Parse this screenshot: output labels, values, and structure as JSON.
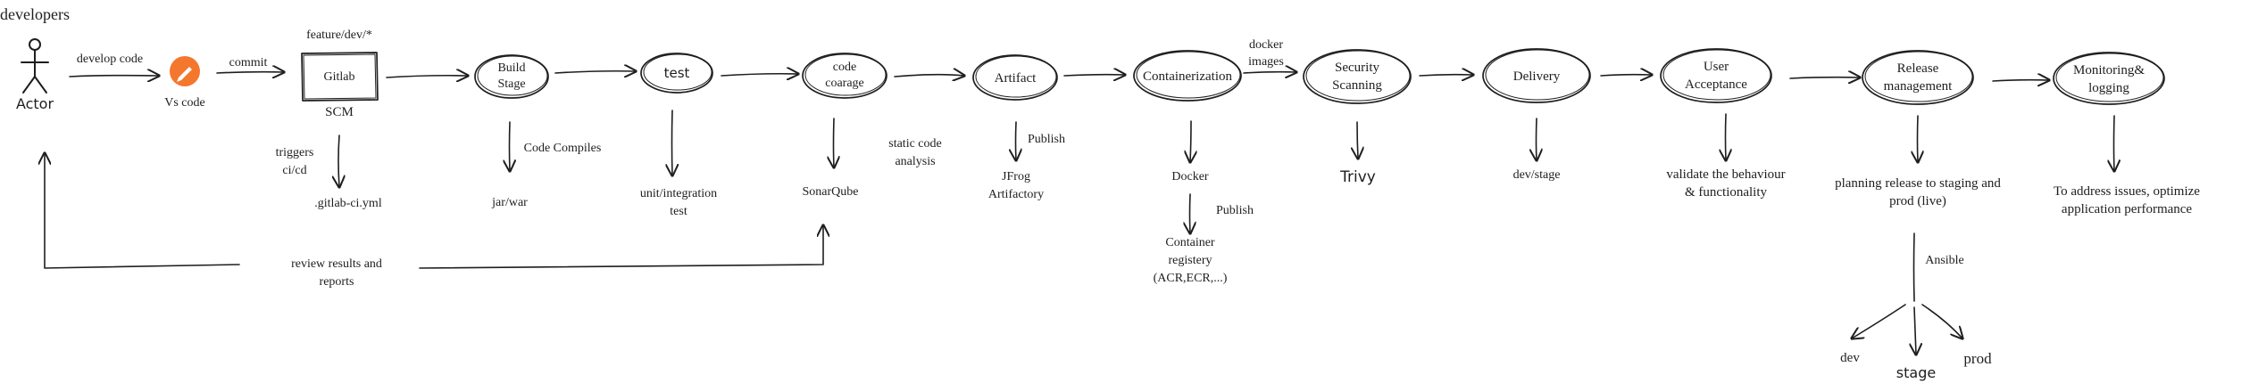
{
  "title": "developers",
  "actor": {
    "label": "Actor"
  },
  "vscode": {
    "label": "Vs code",
    "color": "#f4772e"
  },
  "edges": {
    "develop_code": "develop code",
    "commit": "commit",
    "docker_images_1": "docker",
    "docker_images_2": "images",
    "triggers_1": "triggers",
    "triggers_2": "ci/cd",
    "code_compiles": "Code Compiles",
    "static_1": "static code",
    "static_2": "analysis",
    "publish_artifact": "Publish",
    "publish_docker": "Publish",
    "ansible": "Ansible",
    "review_1": "review results and",
    "review_2": "reports"
  },
  "gitlab": {
    "label": "Gitlab",
    "above": "feature/dev/*",
    "below": "SCM"
  },
  "stages": {
    "build_1": "Build",
    "build_2": "Stage",
    "test": "test",
    "coverage_1": "code",
    "coverage_2": "coarage",
    "artifact": "Artifact",
    "containerization": "Containerization",
    "security_1": "Security",
    "security_2": "Scanning",
    "delivery": "Delivery",
    "uat_1": "User",
    "uat_2": "Acceptance",
    "release_1": "Release",
    "release_2": "management",
    "monitoring_1": "Monitoring&",
    "monitoring_2": "logging"
  },
  "outputs": {
    "gitlab_ci": ".gitlab-ci.yml",
    "jar_war": "jar/war",
    "unit_1": "unit/integration",
    "unit_2": "test",
    "sonarqube": "SonarQube",
    "jfrog_1": "JFrog",
    "jfrog_2": "Artifactory",
    "docker": "Docker",
    "registry_1": "Container",
    "registry_2": "registery",
    "registry_3": "(ACR,ECR,...)",
    "trivy": "Trivy",
    "dev_stage": "dev/stage",
    "validate_1": "validate the behaviour",
    "validate_2": "& functionality",
    "planning_1": "planning release to staging and",
    "planning_2": "prod (live)",
    "address_1": "To address issues, optimize",
    "address_2": "application performance"
  },
  "environments": {
    "dev": "dev",
    "stage": "stage",
    "prod": "prod"
  }
}
